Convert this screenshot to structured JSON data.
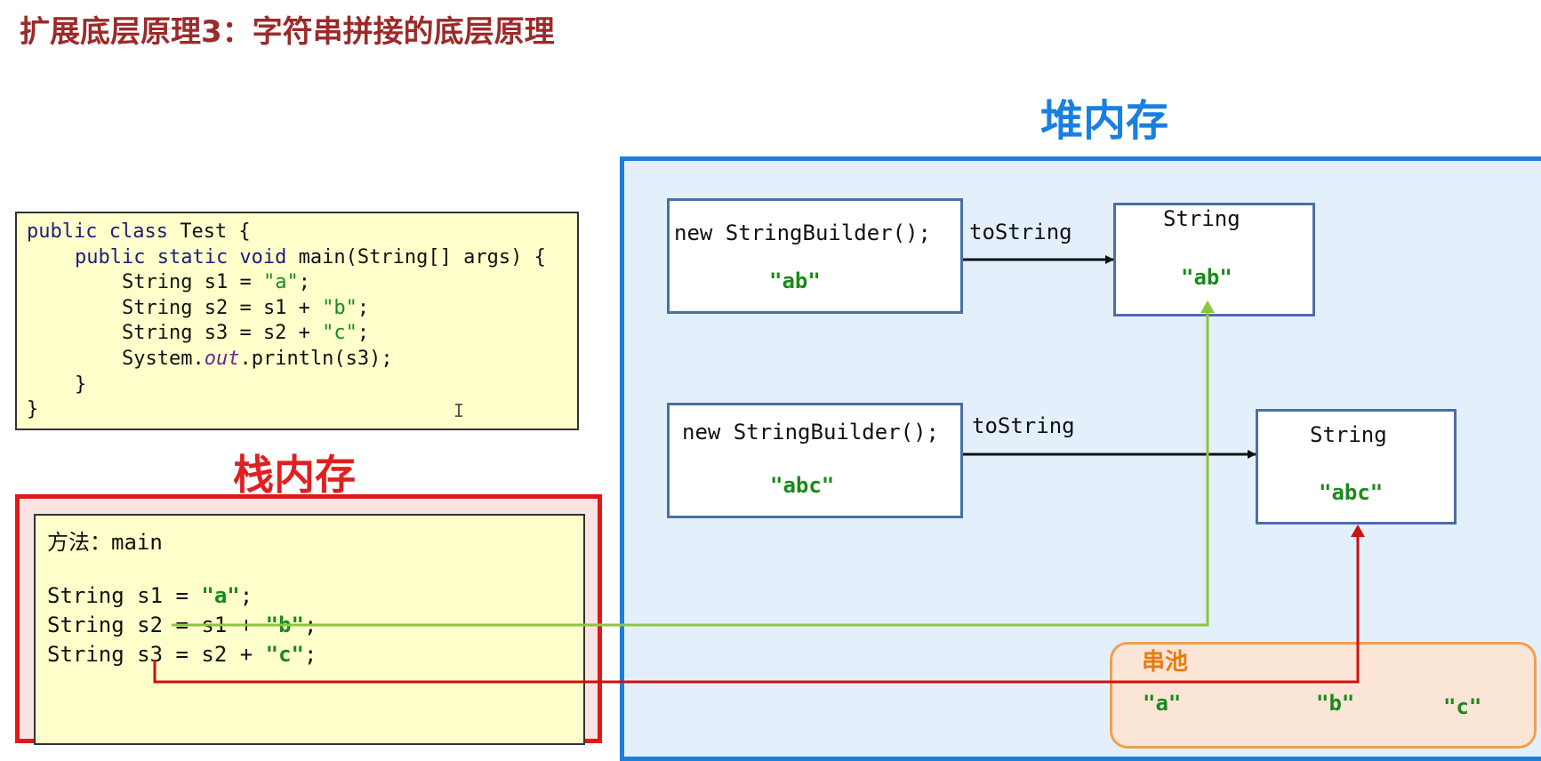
{
  "title": "扩展底层原理3：字符串拼接的底层原理",
  "code": {
    "line1_kw": "public class",
    "line1_rest": " Test {",
    "line2_kw": "public static void",
    "line2_rest": " main(String[] args) {",
    "line3_a": "String s1 = ",
    "line3_s": "\"a\"",
    "line3_e": ";",
    "line4_a": "String s2 = s1 + ",
    "line4_s": "\"b\"",
    "line4_e": ";",
    "line5_a": "String s3 = s2 + ",
    "line5_s": "\"c\"",
    "line5_e": ";",
    "line6_a": "System.",
    "line6_it": "out",
    "line6_e": ".println(s3);",
    "line7": "}",
    "line8": "}"
  },
  "text_cursor": "I",
  "stack": {
    "title": "栈内存",
    "method": "方法：main",
    "s1_a": "String s1 = ",
    "s1_s": "\"a\"",
    "s1_e": ";",
    "s2_a": "String s2 = s1 + ",
    "s2_s": "\"b\"",
    "s2_e": ";",
    "s3_a": "String s3 = s2 + ",
    "s3_s": "\"c\"",
    "s3_e": ";"
  },
  "heap": {
    "title": "堆内存",
    "sb1_label": "new StringBuilder();",
    "sb1_value": "\"ab\"",
    "sb1_arrow_label": "toString",
    "str1_type": "String",
    "str1_value": "\"ab\"",
    "sb2_label": "new StringBuilder();",
    "sb2_value": "\"abc\"",
    "sb2_arrow_label": "toString",
    "str2_type": "String",
    "str2_value": "\"abc\""
  },
  "pool": {
    "label": "串池",
    "items": [
      "\"a\"",
      "\"b\"",
      "\"c\""
    ]
  },
  "colors": {
    "title": "#9b2a2a",
    "stack": "#e01818",
    "heap": "#1a7fe0",
    "pool": "#e87a10",
    "green_arrow": "#8cc63f",
    "red_arrow": "#cc1111",
    "string_literal": "#1a8a1a"
  }
}
